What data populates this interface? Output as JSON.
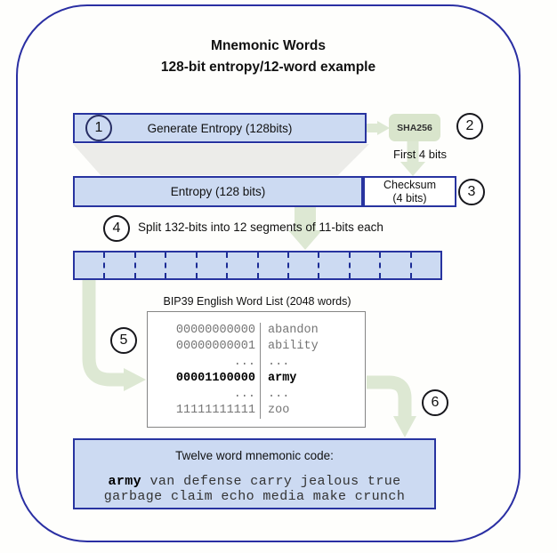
{
  "title": {
    "line1": "Mnemonic Words",
    "line2": "128-bit entropy/12-word example"
  },
  "step_numbers": {
    "n1": "1",
    "n2": "2",
    "n3": "3",
    "n4": "4",
    "n5": "5",
    "n6": "6"
  },
  "generate_box": {
    "label": "Generate Entropy (128bits)"
  },
  "sha_box": {
    "label": "SHA256"
  },
  "first_bits_label": "First 4 bits",
  "entropy_box": {
    "label": "Entropy (128 bits)"
  },
  "checksum_box": {
    "line1": "Checksum",
    "line2": "(4 bits)"
  },
  "split_label": "Split 132-bits into 12 segments of 11-bits each",
  "segments": {
    "count": 12
  },
  "wordlist": {
    "title": "BIP39 English Word List (2048 words)",
    "rows": [
      {
        "bits": "00000000000",
        "word": "abandon",
        "bold": false
      },
      {
        "bits": "00000000001",
        "word": "ability",
        "bold": false
      },
      {
        "bits": "...",
        "word": "...",
        "bold": false
      },
      {
        "bits": "00001100000",
        "word": "army",
        "bold": true
      },
      {
        "bits": "...",
        "word": "...",
        "bold": false
      },
      {
        "bits": "11111111111",
        "word": "zoo",
        "bold": false
      }
    ]
  },
  "mnemonic_box": {
    "heading": "Twelve word mnemonic code:",
    "bold_word": "army",
    "line1_rest": " van defense carry jealous true",
    "line2": "garbage claim echo media make crunch"
  },
  "colors": {
    "box_fill": "#ccdaf2",
    "box_border": "#2834a0",
    "sha_green": "#d9e5cc",
    "arrow_green": "#dde8d3",
    "funnel_gray": "#ecece9"
  }
}
